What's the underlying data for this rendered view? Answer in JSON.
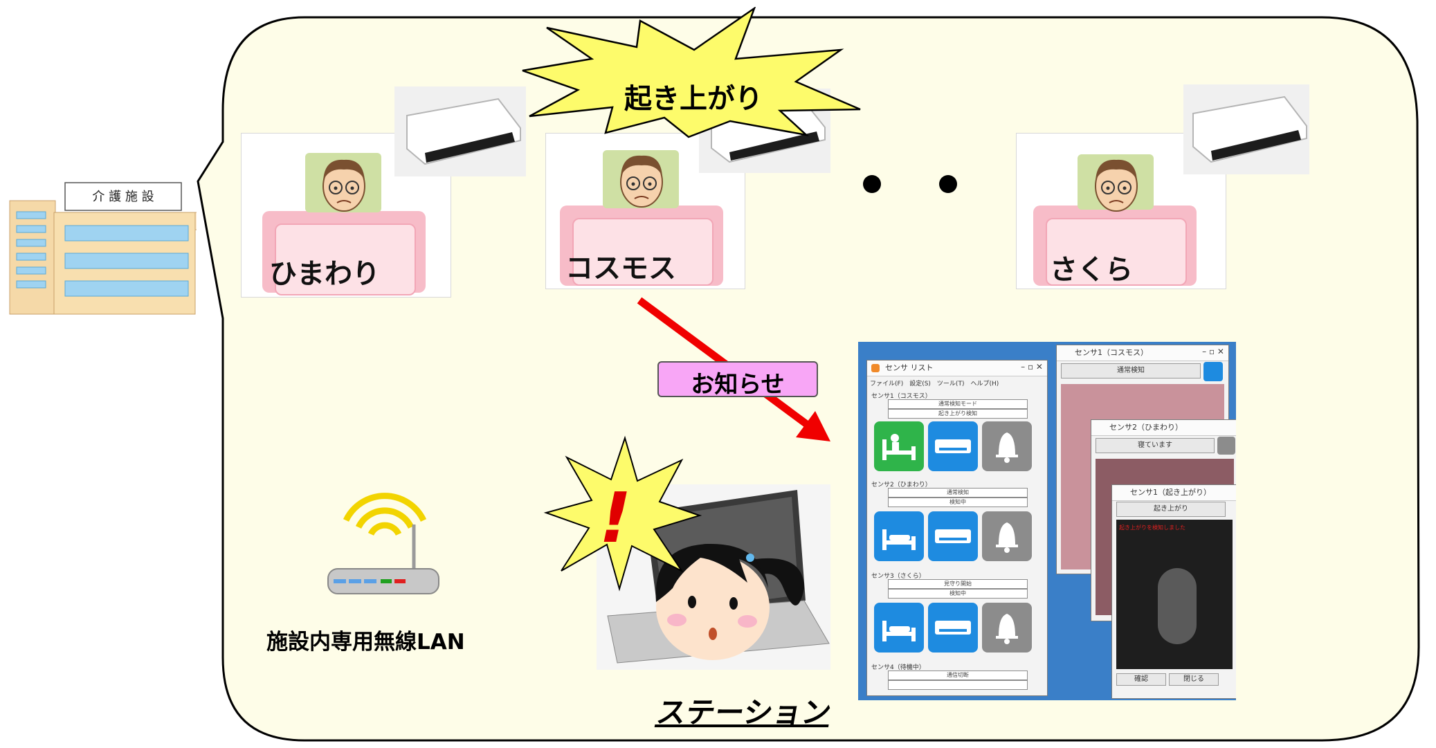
{
  "facility": {
    "sign": "介 護 施 設"
  },
  "rooms": [
    {
      "name": "ひまわり"
    },
    {
      "name": "コスモス"
    },
    {
      "name": "さくら"
    }
  ],
  "alert": {
    "burst": "起き上がり",
    "exclamation": "!"
  },
  "notify_label": "お知らせ",
  "lan_label": "施設内専用無線LAN",
  "station_label": "ステーション",
  "station_screen": {
    "list_window": {
      "title": "センサ リスト",
      "menu": "ファイル(F)　設定(S)　ツール(T)　ヘルプ(H)",
      "sections": [
        {
          "label": "センサ1（コスモス）",
          "fields": [
            "通常検知モード",
            "起き上がり検知"
          ]
        },
        {
          "label": "センサ2（ひまわり）",
          "fields": [
            "通常検知",
            "検知中"
          ]
        },
        {
          "label": "センサ3（さくら）",
          "fields": [
            "見守り開始",
            "検知中"
          ]
        },
        {
          "label": "センサ4（待機中）",
          "fields": [
            "通信切断",
            ""
          ]
        }
      ]
    },
    "viewer_1": {
      "title": "センサ1（コスモス）",
      "button": "通常検知"
    },
    "viewer_2": {
      "title": "センサ2（ひまわり）",
      "button": "寝ています"
    },
    "viewer_3": {
      "title": "センサ1（起き上がり）",
      "button": "起き上がり",
      "overlay": "起き上がりを検知しました",
      "footer_left": "確認",
      "footer_right": "閉じる"
    }
  }
}
